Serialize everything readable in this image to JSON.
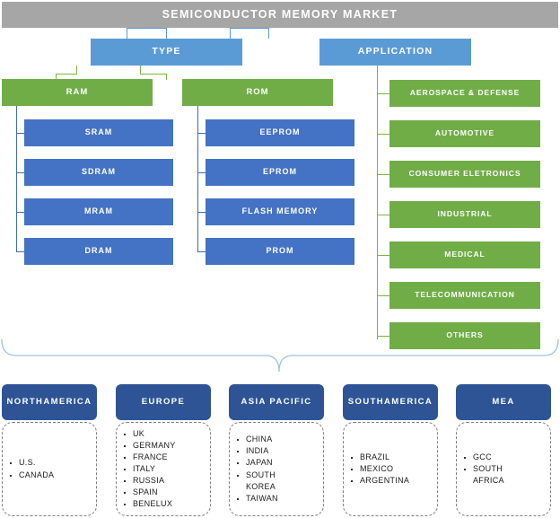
{
  "title": "SEMICONDUCTOR  MEMORY  MARKET",
  "colors": {
    "title_bar": "#A6A6A6",
    "level1": "#5B9BD5",
    "level2": "#70AD47",
    "level3": "#4472C4",
    "region_header": "#2E5496",
    "connector_blue": "#5B9BD5",
    "connector_green": "#7CB342"
  },
  "branches": {
    "type": {
      "label": "TYPE",
      "children": [
        {
          "label": "RAM",
          "items": [
            "SRAM",
            "SDRAM",
            "MRAM",
            "DRAM"
          ]
        },
        {
          "label": "ROM",
          "items": [
            "EEPROM",
            "EPROM",
            "FLASH MEMORY",
            "PROM"
          ]
        }
      ]
    },
    "application": {
      "label": "APPLICATION",
      "items": [
        "AEROSPACE & DEFENSE",
        "AUTOMOTIVE",
        "CONSUMER ELETRONICS",
        "INDUSTRIAL",
        "MEDICAL",
        "TELECOMMUNICATION",
        "OTHERS"
      ]
    }
  },
  "regions": [
    {
      "name": "NORTH\nAMERICA",
      "line1": "NORTH",
      "line2": "AMERICA",
      "countries": [
        "U.S.",
        "CANADA"
      ]
    },
    {
      "name": "EUROPE",
      "line1": "EUROPE",
      "line2": "",
      "countries": [
        "UK",
        "GERMANY",
        "FRANCE",
        "ITALY",
        "RUSSIA",
        "SPAIN",
        "BENELUX"
      ]
    },
    {
      "name": "ASIA PACIFIC",
      "line1": "ASIA PACIFIC",
      "line2": "",
      "countries": [
        "CHINA",
        "INDIA",
        "JAPAN",
        "SOUTH",
        "KOREA",
        "TAIWAN"
      ]
    },
    {
      "name": "SOUTH\nAMERICA",
      "line1": "SOUTH",
      "line2": "AMERICA",
      "countries": [
        "BRAZIL",
        "MEXICO",
        "ARGENTINA"
      ]
    },
    {
      "name": "MEA",
      "line1": "MEA",
      "line2": "",
      "countries": [
        "GCC",
        "SOUTH",
        "AFRICA"
      ]
    }
  ]
}
